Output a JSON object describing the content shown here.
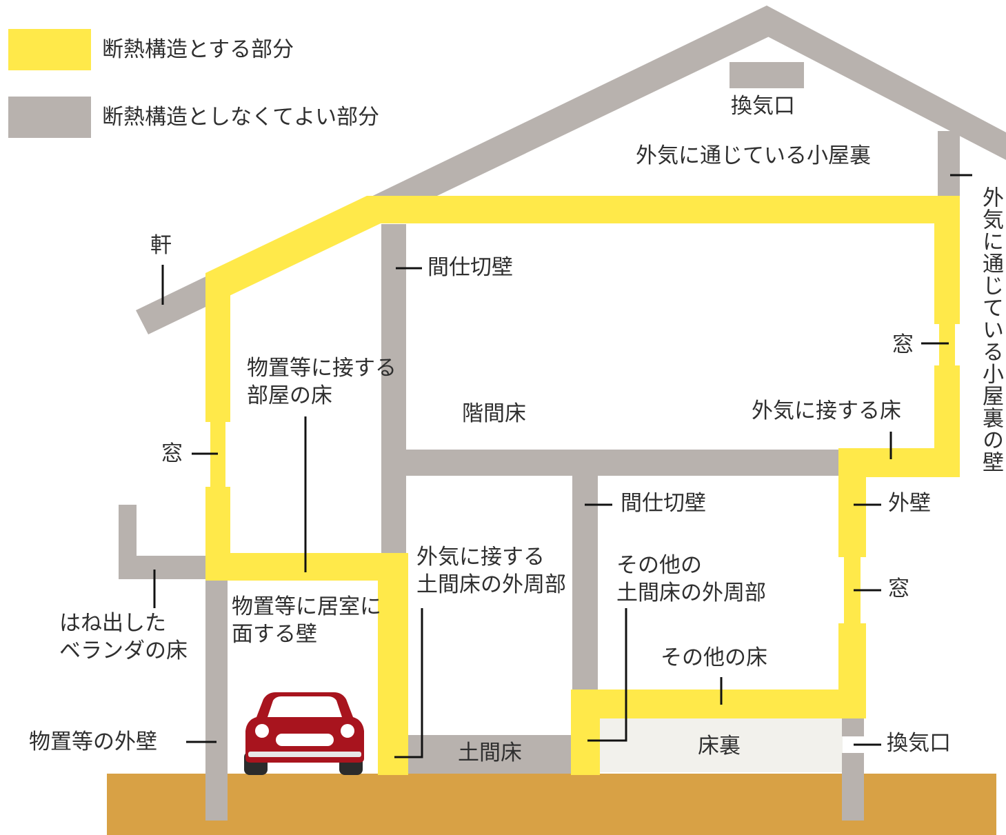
{
  "colors": {
    "insulated": "#FFE94A",
    "not_insulated": "#B8B2AE",
    "ground": "#D8A145",
    "crawl_space": "#F2F1EC",
    "car": "#A8141E"
  },
  "legend": {
    "insulated": "断熱構造とする部分",
    "not_insulated": "断熱構造としなくてよい部分"
  },
  "labels": {
    "vent_top": "換気口",
    "attic_vented": "外気に通じている小屋裏",
    "attic_wall_vertical": "外気に通じている小屋裏の壁",
    "eave": "軒",
    "partition_upper": "間仕切壁",
    "window_right_upper": "窓",
    "storage_room_floor": "物置等に接する\n部屋の床",
    "floor_between_stories": "階間床",
    "floor_exposed_outside": "外気に接する床",
    "window_left": "窓",
    "partition_lower": "間仕切壁",
    "exterior_wall": "外壁",
    "earthen_floor_perimeter_outside": "外気に接する\n土間床の外周部",
    "other_earthen_floor_perimeter": "その他の\n土間床の外周部",
    "window_right_lower": "窓",
    "cantilever_veranda_floor": "はね出した\nベランダの床",
    "storage_wall_facing_room": "物置等に居室に\n面する壁",
    "other_floor": "その他の床",
    "storage_exterior_wall": "物置等の外壁",
    "earthen_floor": "土間床",
    "crawl_space": "床裏",
    "vent_bottom": "換気口"
  }
}
